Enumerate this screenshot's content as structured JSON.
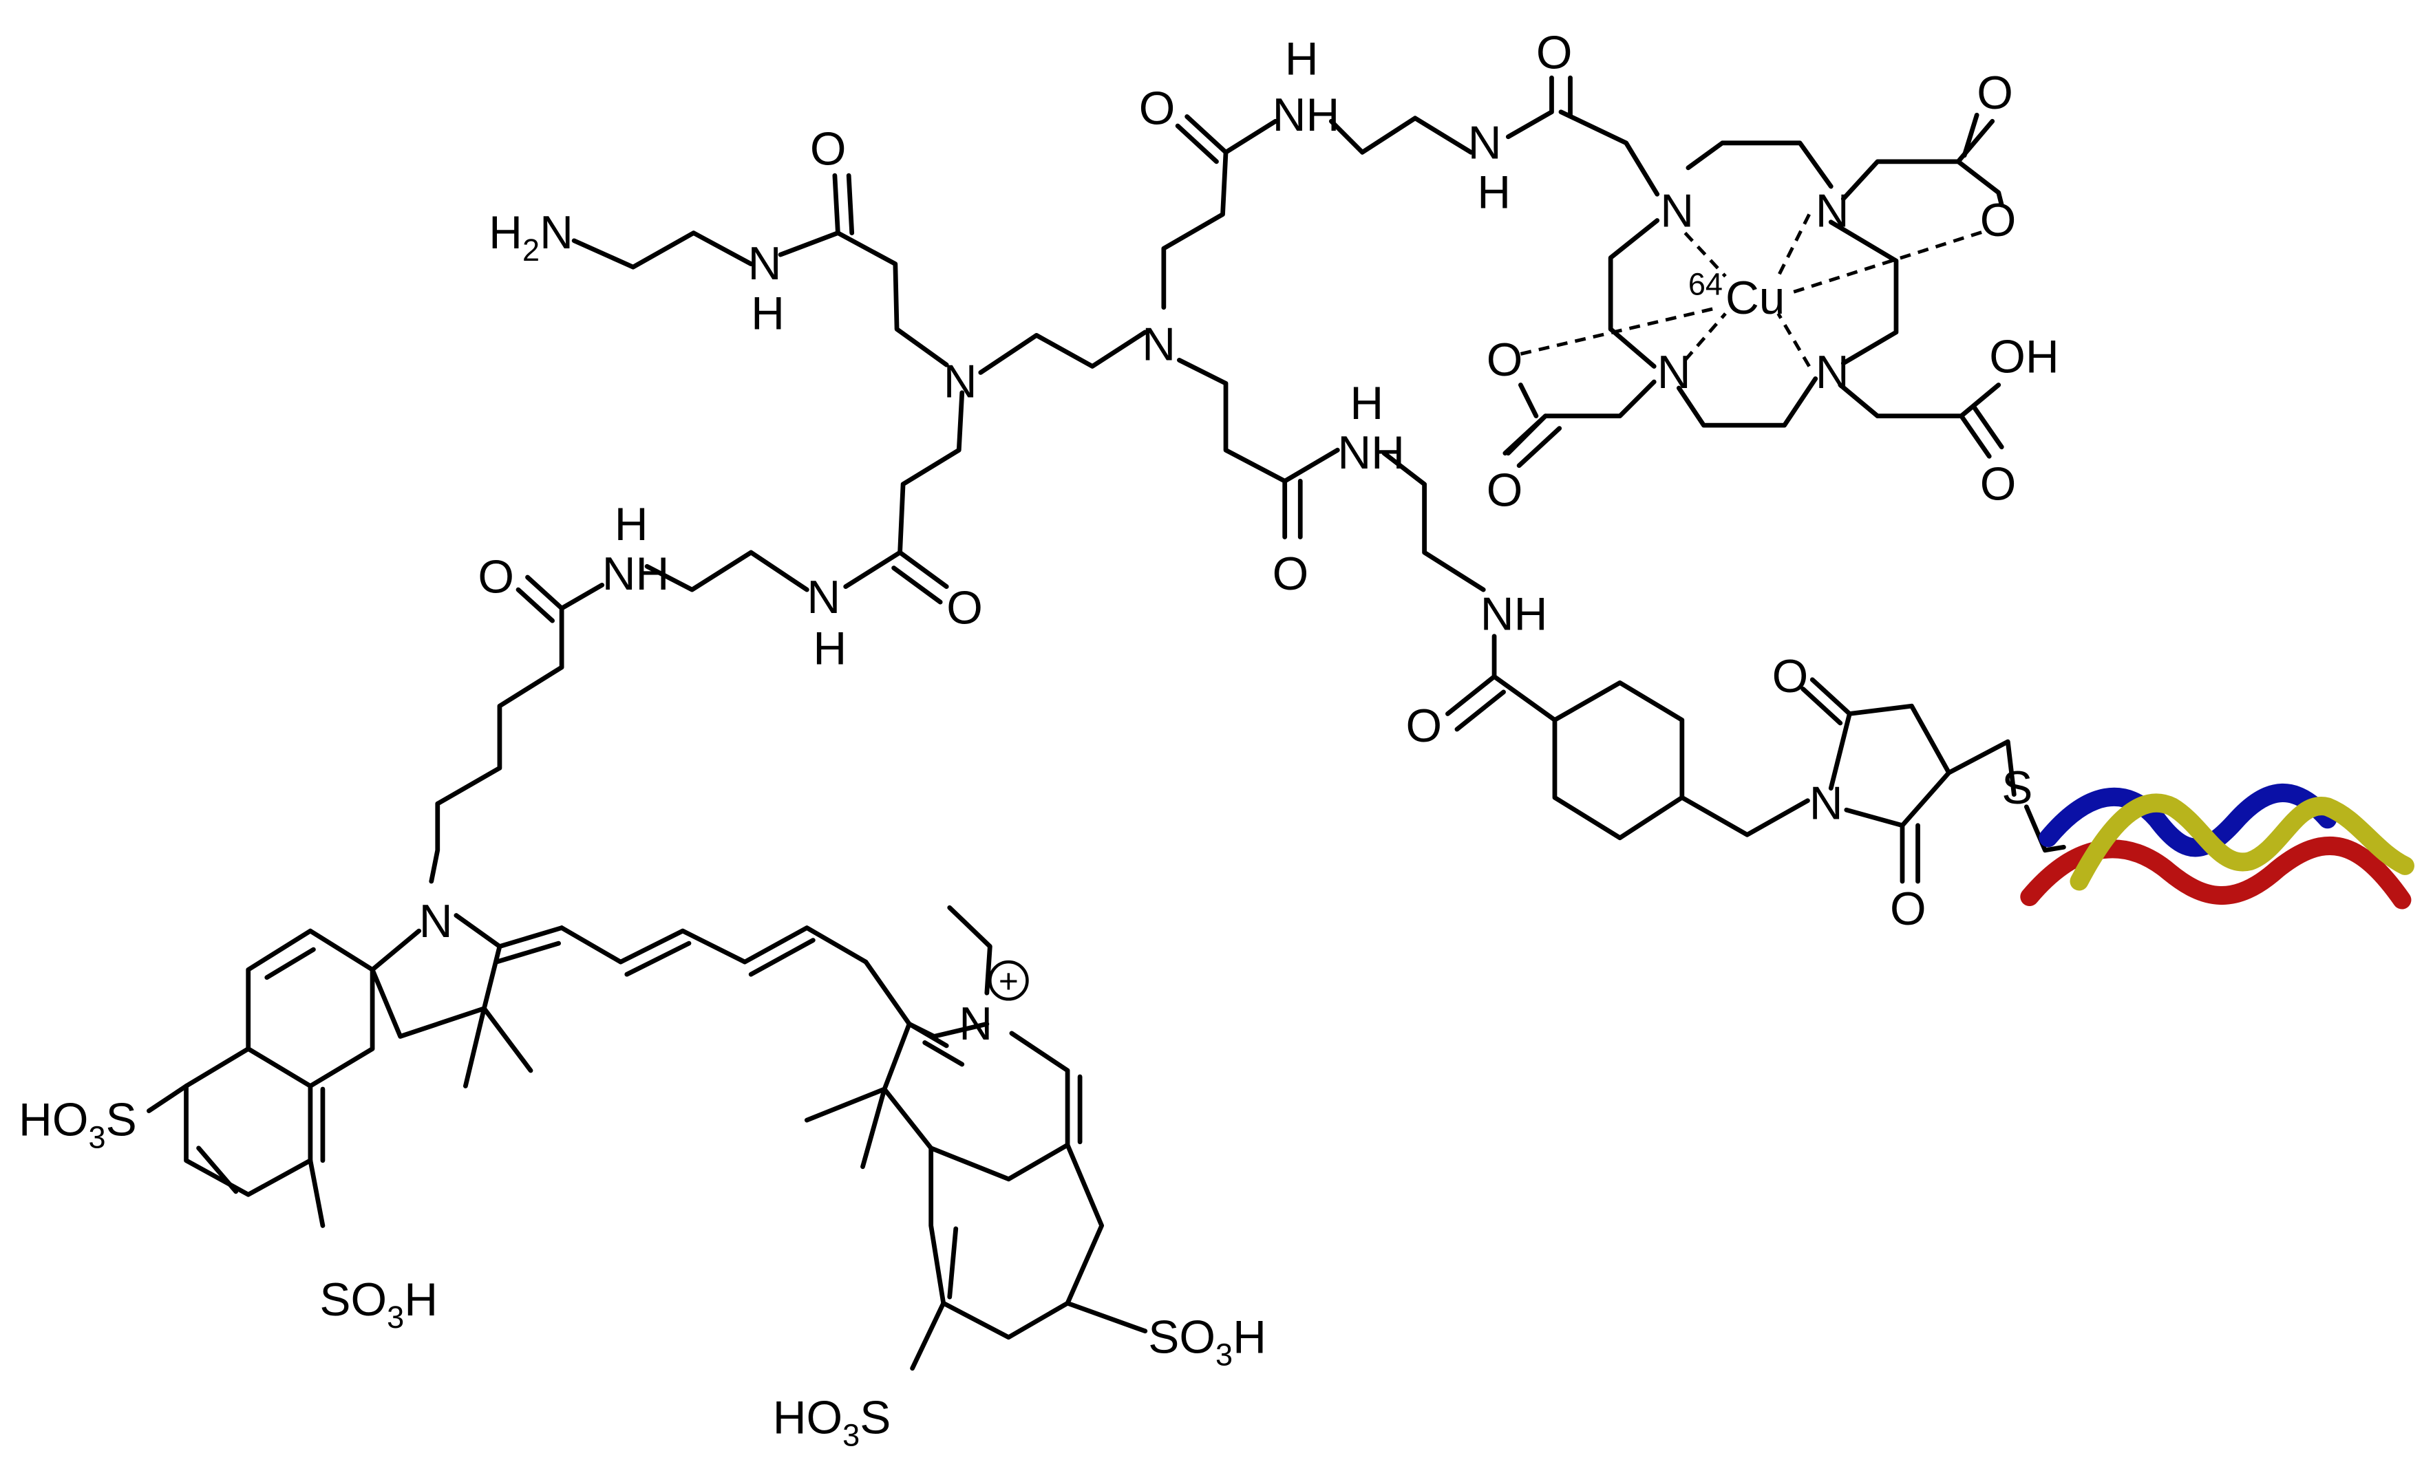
{
  "colors": {
    "ink": "#000000",
    "background": "#ffffff",
    "strand_blue": "#0a10a6",
    "strand_yellow": "#b8b41c",
    "strand_red": "#b81212"
  },
  "atoms": {
    "N": "N",
    "O": "O",
    "S": "S",
    "H": "H",
    "NH": "NH",
    "OH": "OH",
    "Cu": "Cu",
    "cu_isotope": "64",
    "amine_h": "H",
    "amine_sub": "2",
    "amine_n": "N",
    "sulfo_left": "HO",
    "sulfo_sub": "3",
    "sulfo_s": "S",
    "sulfo_r_s": "SO",
    "sulfo_r_h": "H",
    "charge": "+"
  },
  "icons": {
    "oligonucleotide": "dna-double-helix-icon",
    "charge": "plus-circle-icon"
  }
}
